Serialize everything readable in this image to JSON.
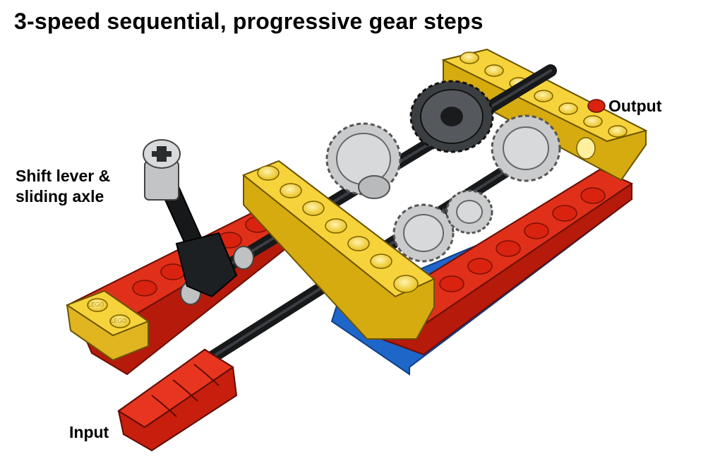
{
  "title": "3-speed sequential, progressive gear steps",
  "labels": {
    "shift_line1": "Shift lever &",
    "shift_line2": "sliding axle",
    "output": "Output",
    "input": "Input"
  },
  "brick_stamp": "LEGO",
  "colors": {
    "red_beam": "#d9230f",
    "yellow_beam": "#f2cd2a",
    "blue_plate": "#1f66c9",
    "black_axle": "#16181a",
    "light_gray_gear": "#c9cbcc",
    "dark_gray_gear": "#3c3f42"
  },
  "icons": [
    "shift-knob-icon",
    "gear-icon",
    "axle-icon",
    "connector-icon"
  ]
}
